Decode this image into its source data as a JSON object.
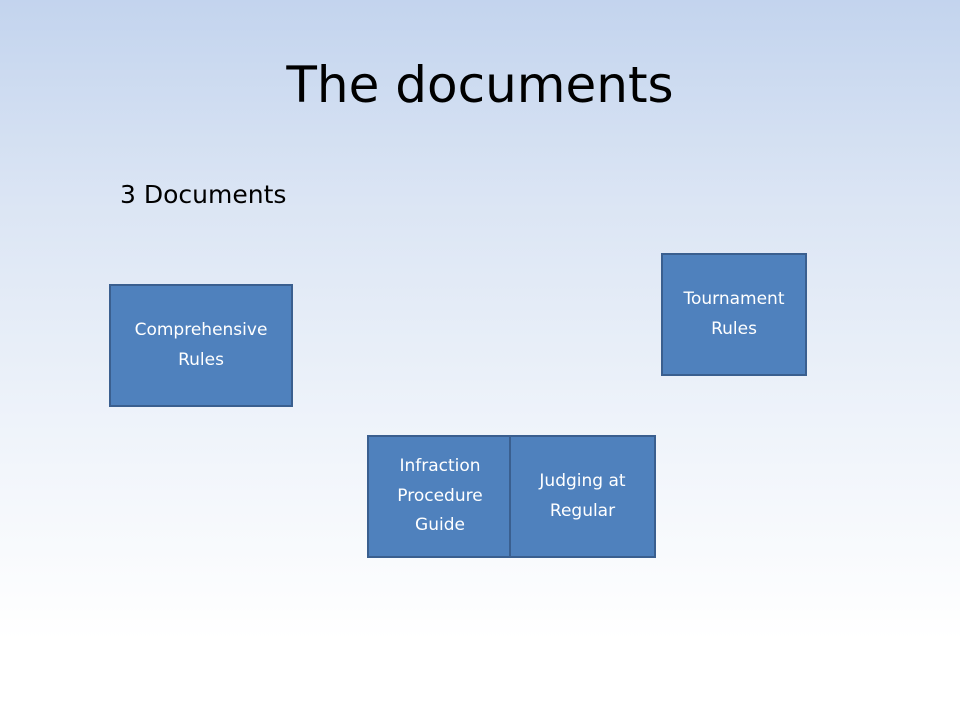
{
  "slide": {
    "title": "The documents",
    "subtitle": "3 Documents"
  },
  "boxes": [
    {
      "label": "Comprehensive Rules"
    },
    {
      "label": "Tournament Rules"
    },
    {
      "label": "Infraction Procedure Guide"
    },
    {
      "label": "Judging at Regular"
    }
  ],
  "colors": {
    "box_fill": "#4f81bd",
    "box_border": "#3a5f8f",
    "box_text": "#ffffff"
  }
}
